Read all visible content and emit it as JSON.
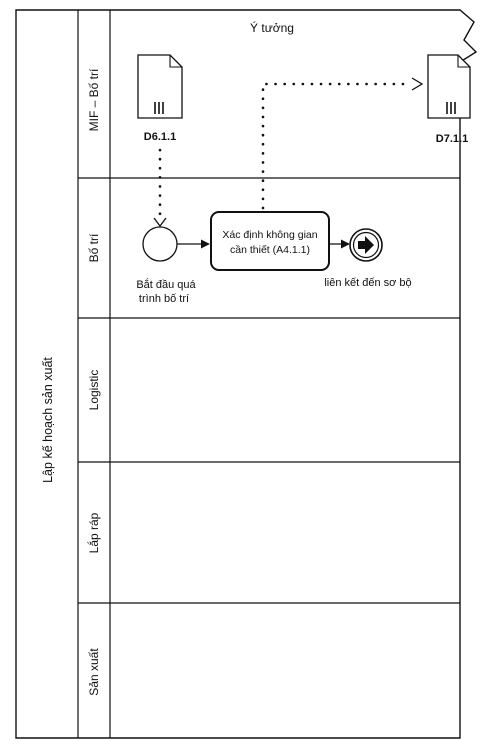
{
  "pool": {
    "label": "Lập kế hoạch sản xuất"
  },
  "phase": {
    "label": "Ý tưởng"
  },
  "lanes": [
    {
      "label": "MIF – Bố trí"
    },
    {
      "label": "Bố trí"
    },
    {
      "label": "Logistic"
    },
    {
      "label": "Lắp ráp"
    },
    {
      "label": "Sản xuất"
    }
  ],
  "documents": {
    "input": {
      "label": "D6.1.1"
    },
    "output": {
      "label": "D7.1.1"
    }
  },
  "start_event": {
    "label_line1": "Bắt đầu quá",
    "label_line2": "trình bố trí"
  },
  "task": {
    "label_line1": "Xác định không gian",
    "label_line2": "cần thiết (A4.1.1)"
  },
  "link_event": {
    "label": "liên kết đến sơ bộ"
  },
  "colors": {
    "line": "#111111",
    "background": "#ffffff"
  }
}
